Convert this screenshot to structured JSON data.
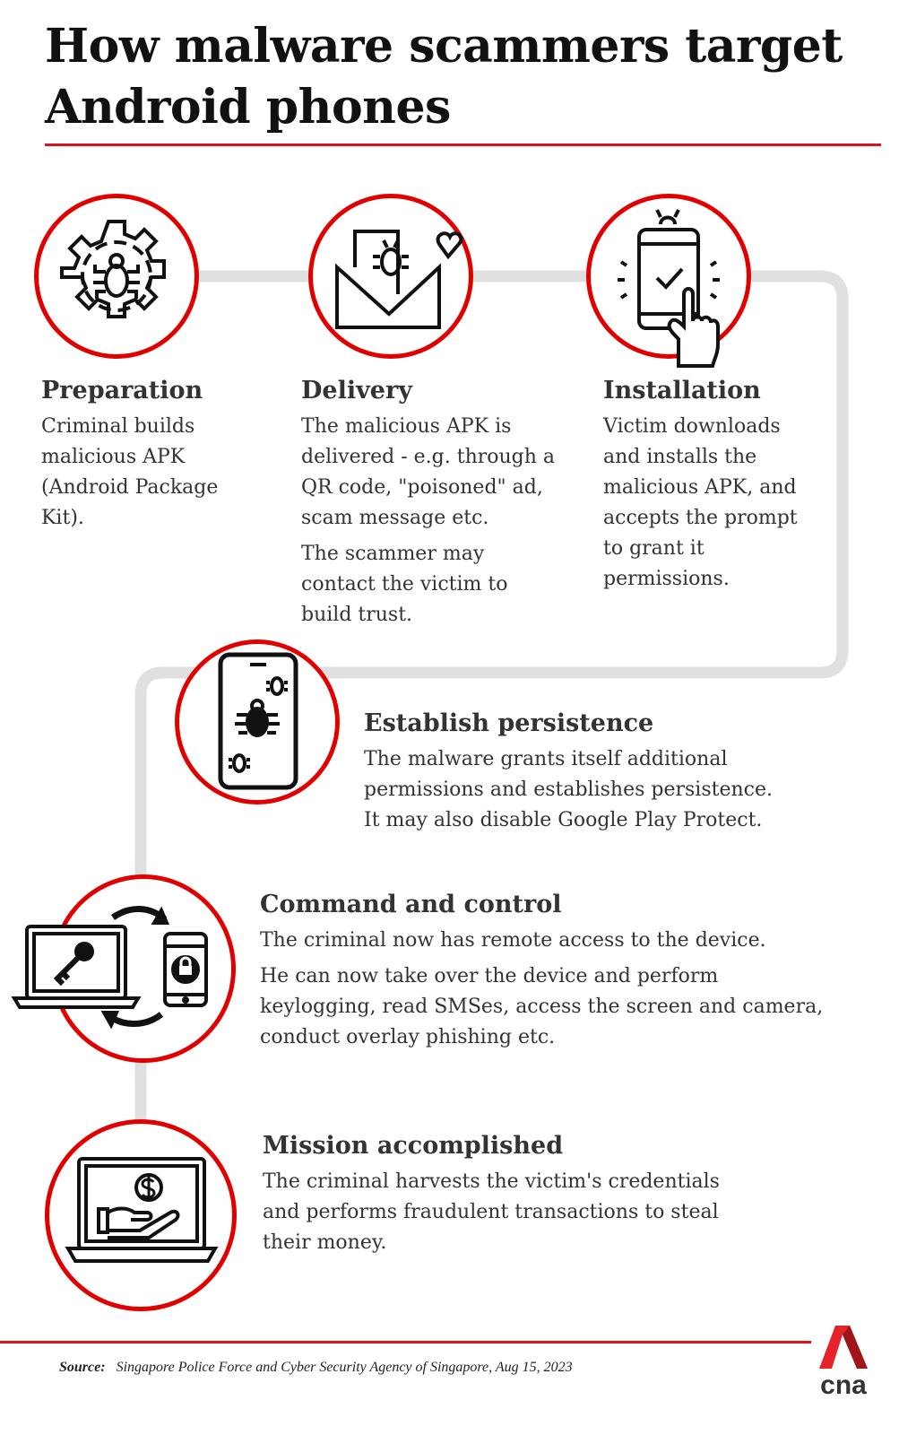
{
  "title": "How malware scammers target\nAndroid phones",
  "colors": {
    "accent": "#e00000",
    "connector": "#e0e0e0",
    "text": "#333333"
  },
  "steps": [
    {
      "icon": "gear-bug-icon",
      "heading": "Preparation",
      "body": [
        "Criminal builds\nmalicious APK\n(Android Package\nKit)."
      ]
    },
    {
      "icon": "envelope-bug-icon",
      "heading": "Delivery",
      "body": [
        "The malicious APK is\ndelivered - e.g. through a\nQR code, \"poisoned\" ad,\nscam message etc.",
        "The scammer may\ncontact the victim to\nbuild trust."
      ]
    },
    {
      "icon": "phone-tap-check-icon",
      "heading": "Installation",
      "body": [
        "Victim downloads\nand installs the\nmalicious APK, and\naccepts the prompt\nto grant it\npermissions."
      ]
    },
    {
      "icon": "phone-bugs-icon",
      "heading": "Establish persistence",
      "body": [
        "The malware grants itself additional\npermissions and establishes persistence.\nIt may also disable Google Play Protect."
      ]
    },
    {
      "icon": "laptop-phone-sync-icon",
      "heading": "Command and control",
      "body": [
        "The criminal now has remote access to the device.",
        "He can now take over the device and perform\nkeylogging, read SMSes, access the screen and camera,\nconduct overlay phishing etc."
      ]
    },
    {
      "icon": "laptop-money-hand-icon",
      "heading": "Mission accomplished",
      "body": [
        "The criminal harvests the victim's credentials\nand performs fraudulent transactions to steal\ntheir money."
      ]
    }
  ],
  "footer": {
    "source_label": "Source:",
    "source_text": "Singapore Police Force and Cyber Security Agency of Singapore, Aug 15, 2023",
    "logo": "cna"
  }
}
